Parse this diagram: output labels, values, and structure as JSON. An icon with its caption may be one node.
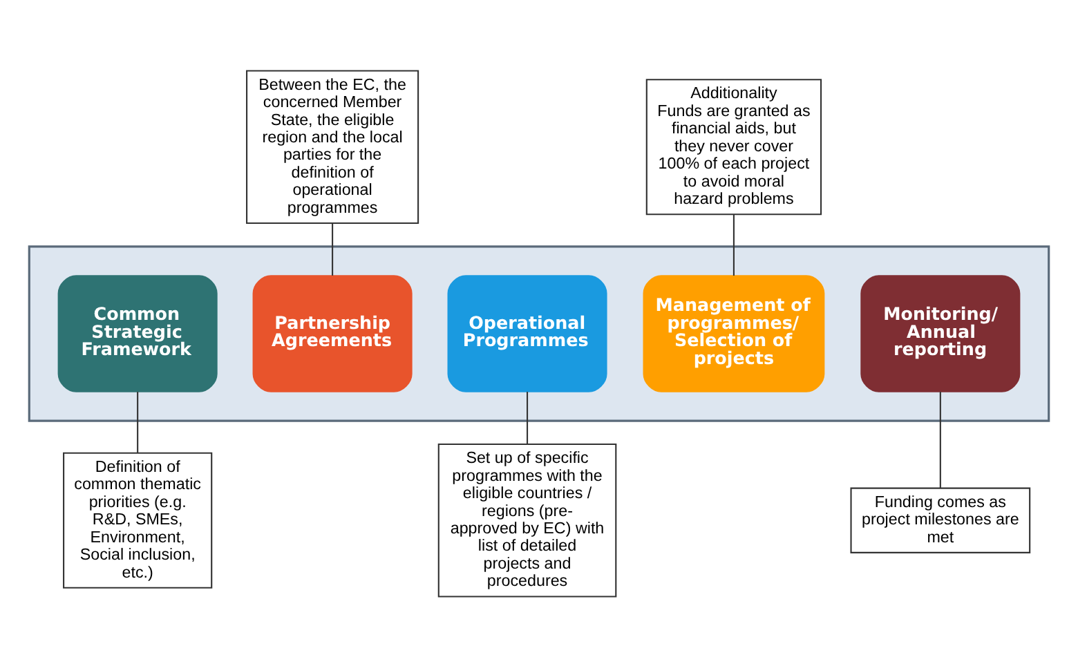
{
  "diagram": {
    "nodes": [
      {
        "text": [
          "Between the EC, the concerned Member State, the eligible region and the local parties for the definition of operational programmes"
        ]
      },
      {
        "text": [
          "Additionality",
          "Funds are granted as financial aids, but they never cover 100% of each project to avoid moral hazard problems"
        ]
      },
      {
        "text": [],
        "shape": "arrow"
      },
      {
        "text": [
          "Common Strategic Framework"
        ],
        "in": 2
      },
      {
        "text": [
          "Partnership Agreements"
        ],
        "in": 2
      },
      {
        "text": [
          "Operational Programmes"
        ],
        "in": 2
      },
      {
        "text": [
          "Management of programmes/ Selection of projects"
        ],
        "in": 2
      },
      {
        "text": [
          "Monitoring/ Annual reporting"
        ],
        "in": 2
      },
      {
        "text": [
          "Definition of common thematic priorities (e.g. R&D, SMEs, Environment, Social inclusion, etc.)"
        ]
      },
      {
        "text": [
          "Set up of specific programmes with the eligible countries / regions (pre-approved by EC) with list of detailed projects and procedures"
        ]
      },
      {
        "text": [
          "Funding comes as project milestones are met"
        ]
      }
    ],
    "edges": [
      {
        "from": 0,
        "to": 4,
        "arrow": "none"
      },
      {
        "from": 1,
        "to": 6,
        "arrow": "none"
      },
      {
        "from": 3,
        "to": 8,
        "arrow": "none"
      },
      {
        "from": 5,
        "to": 9,
        "arrow": "none"
      },
      {
        "from": 7,
        "to": 10,
        "arrow": "none"
      }
    ]
  }
}
